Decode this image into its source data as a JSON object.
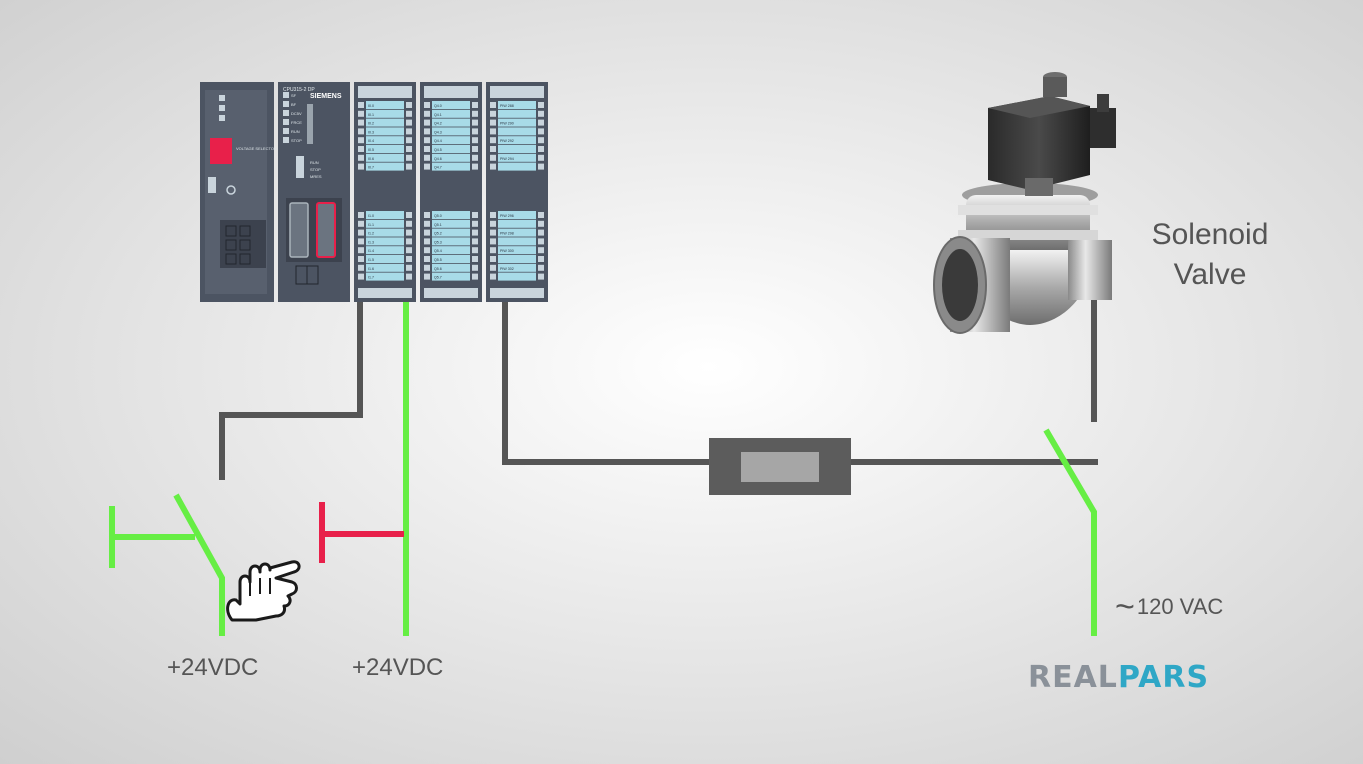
{
  "plc": {
    "ps_label": "VOLTAGE SELECTOR",
    "cpu_label": "CPU315-2 DP",
    "brand": "SIEMENS",
    "led_labels": [
      "SF",
      "BF",
      "DC5V",
      "FRCE",
      "RUN",
      "STOP"
    ],
    "mode_labels": [
      "RUN",
      "STOP",
      "MRES"
    ],
    "di_labels": [
      "I0.0",
      "I0.1",
      "I0.2",
      "I0.3",
      "I0.4",
      "I0.5",
      "I0.6",
      "I0.7",
      "I1.0",
      "I1.1",
      "I1.2",
      "I1.3",
      "I1.4",
      "I1.5",
      "I1.6",
      "I1.7"
    ],
    "do_labels": [
      "Q4.0",
      "Q4.1",
      "Q4.2",
      "Q4.3",
      "Q4.4",
      "Q4.5",
      "Q4.6",
      "Q4.7",
      "Q5.0",
      "Q5.1",
      "Q5.2",
      "Q5.3",
      "Q5.4",
      "Q5.5",
      "Q5.6",
      "Q5.7"
    ],
    "aux_labels": [
      "PIW 288",
      "PIW 290",
      "PIW 292",
      "PIW 294",
      "PIW 296",
      "PIW 298",
      "PIW 300",
      "PIW 302"
    ]
  },
  "labels": {
    "vdc_left": "+24VDC",
    "vdc_right": "+24VDC",
    "valve": [
      "Solenoid",
      "Valve"
    ],
    "vac_symbol": "~",
    "vac": "120 VAC"
  },
  "logo": {
    "part1": "REAL",
    "part2": "PARS"
  },
  "colors": {
    "wire_dark": "#555555",
    "wire_green": "#66ee44",
    "pushbutton_red": "#e8204a",
    "module_dark": "#4a5260",
    "module_light": "#c9d4dc",
    "label_strip": "#a8dbe8",
    "logo_grey": "#8a9199",
    "logo_blue": "#2fa7c6"
  }
}
